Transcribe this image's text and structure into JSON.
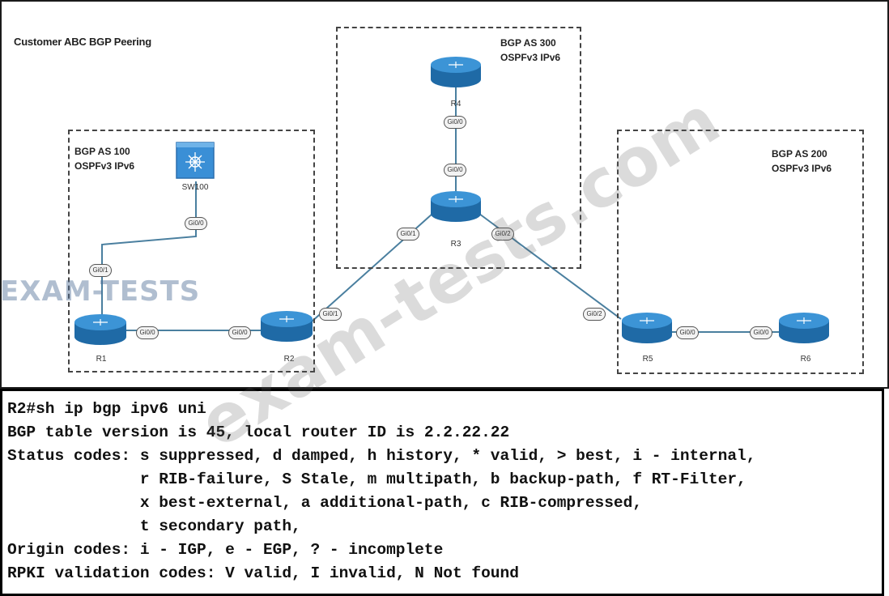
{
  "diagram": {
    "title": "Customer ABC BGP Peering",
    "zones": [
      {
        "id": "as100",
        "label_line1": "BGP AS 100",
        "label_line2": "OSPFv3 IPv6"
      },
      {
        "id": "as300",
        "label_line1": "BGP AS 300",
        "label_line2": "OSPFv3 IPv6"
      },
      {
        "id": "as200",
        "label_line1": "BGP AS 200",
        "label_line2": "OSPFv3 IPv6"
      }
    ],
    "devices": {
      "R1": "R1",
      "R2": "R2",
      "R3": "R3",
      "R4": "R4",
      "R5": "R5",
      "R6": "R6",
      "SW": "SW100"
    },
    "interfaces": {
      "sw_gi00": "Gi0/0",
      "r1_gi01": "Gi0/1",
      "r1_gi00": "Gi0/0",
      "r2_gi00": "Gi0/0",
      "r2_gi01": "Gi0/1",
      "r3_gi01": "Gi0/1",
      "r3_gi02": "Gi0/2",
      "r3_gi00": "Gi0/0",
      "r4_gi00": "Gi0/0",
      "r5_gi02": "Gi0/2",
      "r5_gi00": "Gi0/0",
      "r6_gi00": "Gi0/0"
    },
    "colors": {
      "router": "#2f7fbf",
      "switch": "#3a8fd6",
      "link": "#4a7f9f"
    }
  },
  "cli": {
    "lines": [
      "R2#sh ip bgp ipv6 uni",
      "BGP table version is 45, local router ID is 2.2.22.22",
      "Status codes: s suppressed, d damped, h history, * valid, > best, i - internal,",
      "              r RIB-failure, S Stale, m multipath, b backup-path, f RT-Filter,",
      "              x best-external, a additional-path, c RIB-compressed,",
      "              t secondary path,",
      "Origin codes: i - IGP, e - EGP, ? - incomplete",
      "RPKI validation codes: V valid, I invalid, N Not found"
    ]
  },
  "watermarks": {
    "left_logo": "EXAM-TESTS",
    "diagonal": "exam-tests.com"
  }
}
